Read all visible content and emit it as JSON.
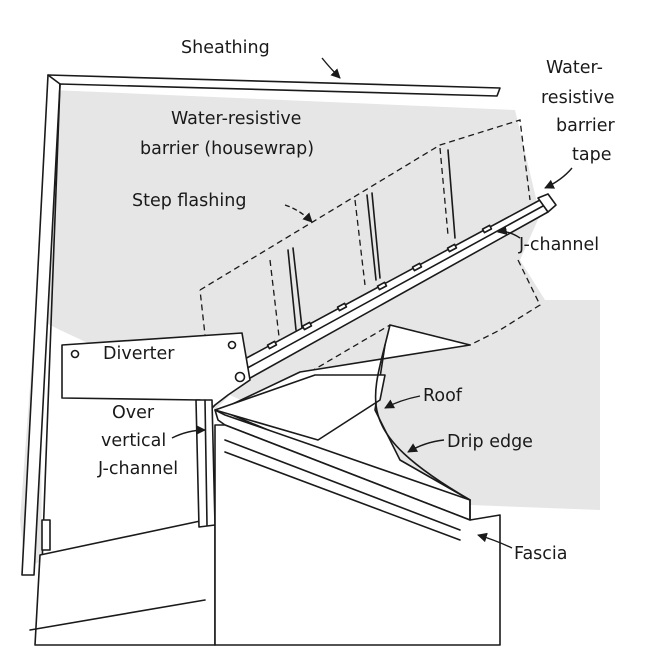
{
  "labels": {
    "sheathing": "Sheathing",
    "wrb_tape_1": "Water-",
    "wrb_tape_2": "resistive",
    "wrb_tape_3": "barrier",
    "wrb_tape_4": "tape",
    "wrb_1": "Water-resistive",
    "wrb_2": "barrier (housewrap)",
    "step_flashing": "Step flashing",
    "j_channel": "J-channel",
    "diverter": "Diverter",
    "roof": "Roof",
    "over_1": "Over",
    "over_2": "vertical",
    "over_3": "J-channel",
    "drip_edge": "Drip edge",
    "fascia": "Fascia"
  },
  "colors": {
    "ink": "#1a1a1a",
    "shading": "#e6e6e6",
    "paper": "#ffffff"
  }
}
